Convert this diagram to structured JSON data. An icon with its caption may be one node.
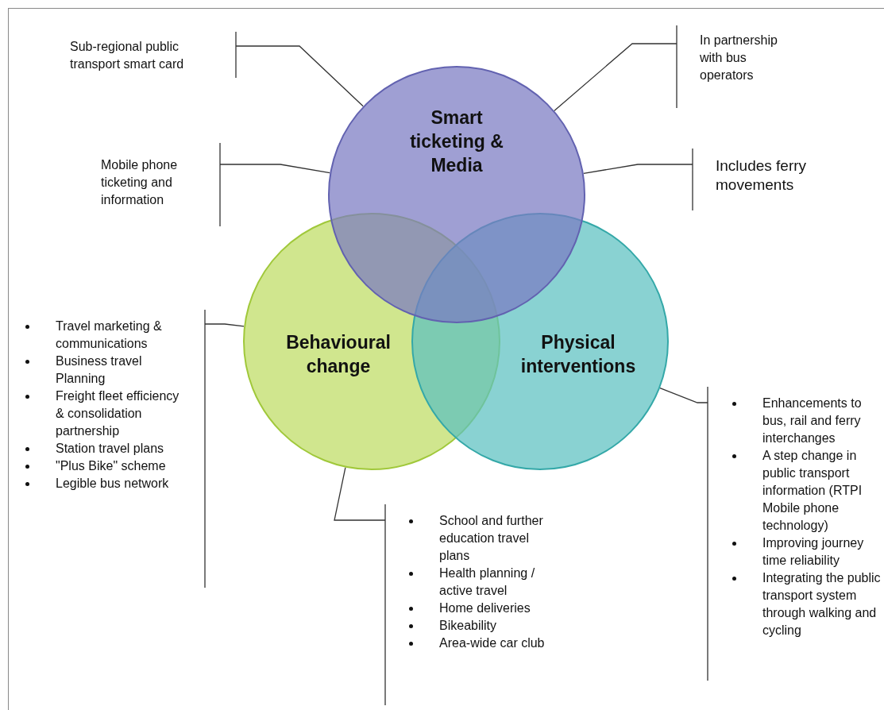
{
  "diagram": {
    "nodes": [
      {
        "text": [
          "Smart ticketing & Media"
        ]
      },
      {
        "text": [
          "Behavioural change"
        ]
      },
      {
        "text": [
          "Physical interventions"
        ]
      },
      {
        "text": [
          "Sub-regional public transport smart card"
        ]
      },
      {
        "text": [
          "In partnership with bus operators"
        ]
      },
      {
        "text": [
          "Mobile phone ticketing and information"
        ]
      },
      {
        "text": [
          "Includes ferry movements"
        ]
      },
      {
        "text": [
          "Travel marketing & communications",
          "Business travel Planning",
          "Freight fleet efficiency & consolidation partnership",
          "Station travel plans",
          "\"Plus Bike\" scheme",
          "Legible bus network"
        ]
      },
      {
        "text": [
          "School and further education travel plans",
          "Health planning / active travel",
          "Home deliveries",
          "Bikeability",
          "Area-wide car club"
        ]
      },
      {
        "text": [
          "Enhancements to bus, rail and ferry interchanges",
          "A step change in public transport information (RTPI Mobile phone technology)",
          "Improving journey time reliability",
          "Integrating the public transport system through walking and cycling"
        ]
      }
    ],
    "edges": [
      {
        "from": 3,
        "to": 0,
        "arrow": "none"
      },
      {
        "from": 4,
        "to": 0,
        "arrow": "none"
      },
      {
        "from": 5,
        "to": 0,
        "arrow": "none"
      },
      {
        "from": 6,
        "to": 0,
        "arrow": "none"
      },
      {
        "from": 7,
        "to": 1,
        "arrow": "none"
      },
      {
        "from": 8,
        "to": 1,
        "arrow": "none"
      },
      {
        "from": 9,
        "to": 2,
        "arrow": "none"
      }
    ]
  }
}
